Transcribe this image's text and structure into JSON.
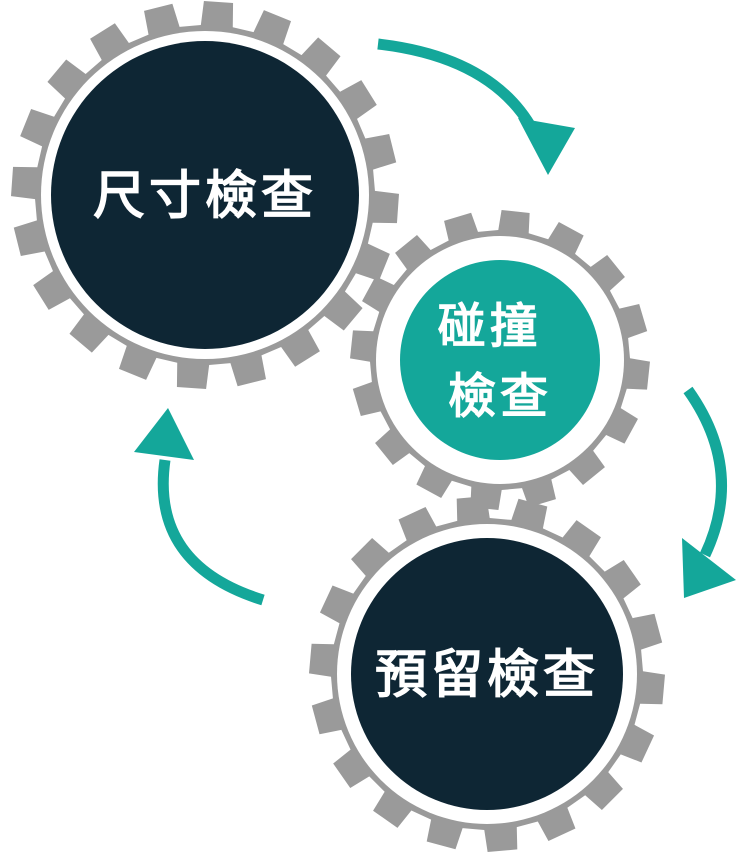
{
  "colors": {
    "gear_teeth": "#9a9a9a",
    "gear_ring": "#ffffff",
    "dark_center": "#0e2634",
    "accent": "#14a79a",
    "arrow": "#14a79a",
    "label_text": "#ffffff"
  },
  "gears": [
    {
      "id": "size",
      "lines": [
        "尺寸檢查"
      ],
      "fill_color": "#0e2634",
      "teeth": 20
    },
    {
      "id": "collision",
      "lines": [
        "碰撞",
        "檢查"
      ],
      "fill_color": "#14a79a",
      "teeth": 16
    },
    {
      "id": "clearance",
      "lines": [
        "預留檢查"
      ],
      "fill_color": "#0e2634",
      "teeth": 18
    }
  ],
  "arrows": [
    {
      "id": "size-to-collision",
      "icon": "curved-arrow-icon"
    },
    {
      "id": "collision-to-clearance",
      "icon": "curved-arrow-icon"
    },
    {
      "id": "clearance-to-size",
      "icon": "curved-arrow-icon"
    }
  ]
}
